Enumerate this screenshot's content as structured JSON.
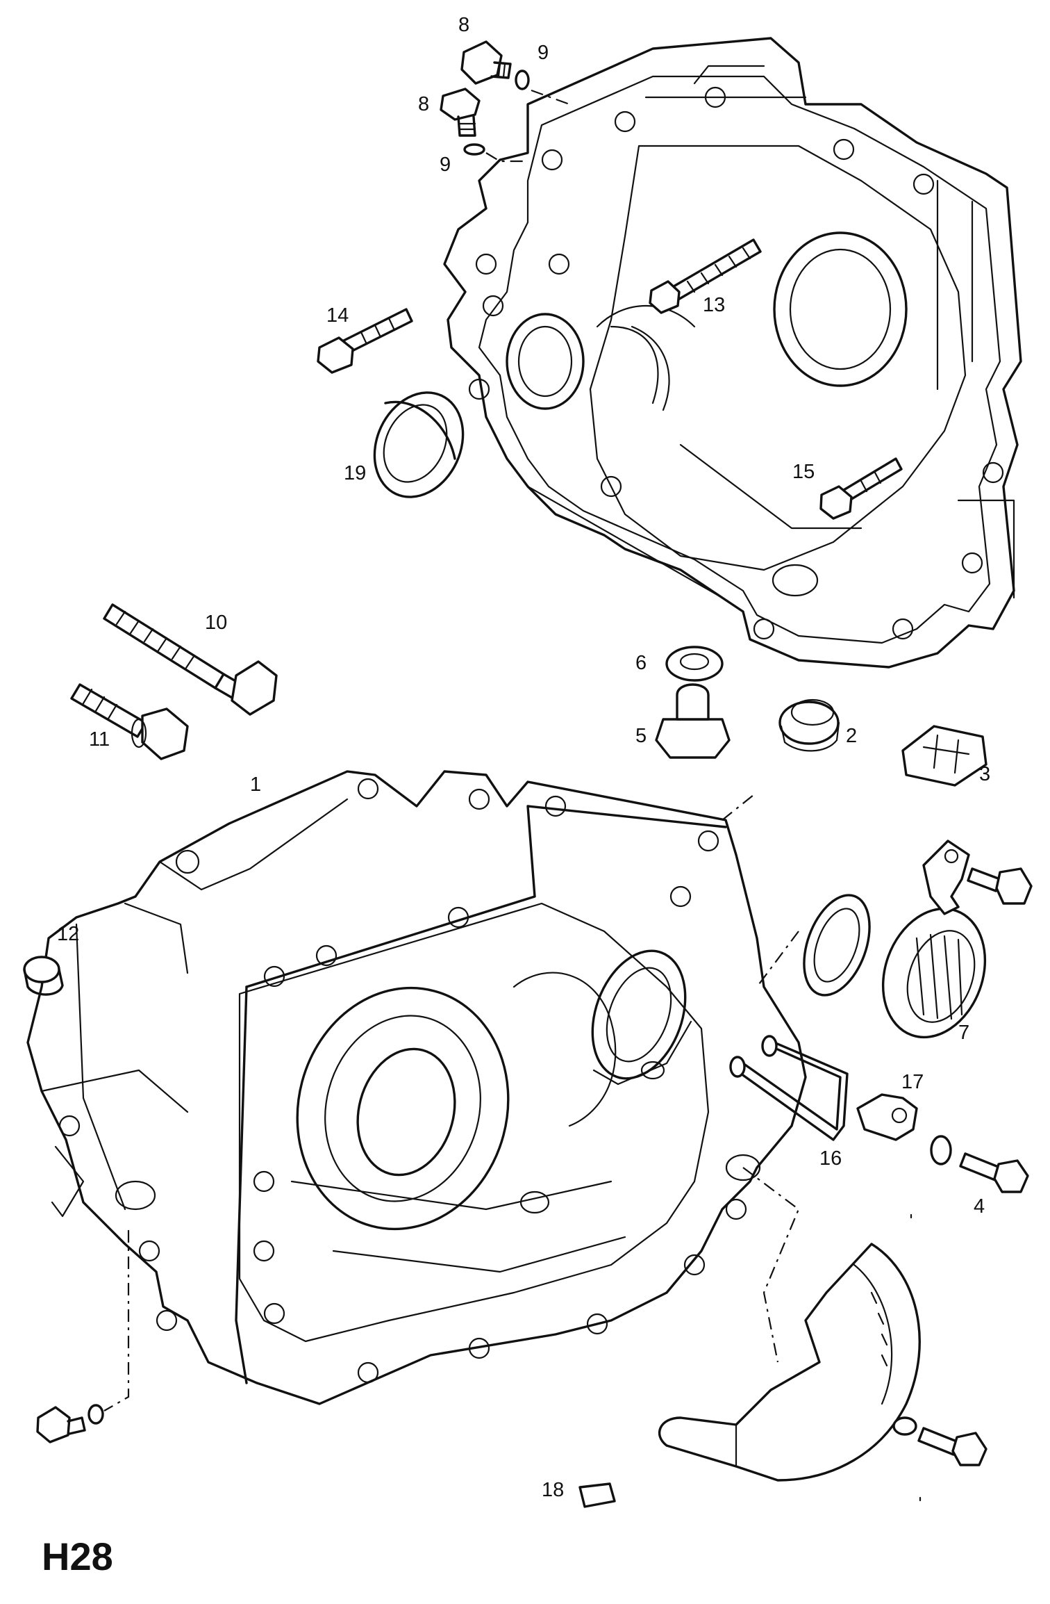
{
  "diagram": {
    "code": "H28",
    "callouts": [
      {
        "id": "c8a",
        "text": "8"
      },
      {
        "id": "c9a",
        "text": "9"
      },
      {
        "id": "c8b",
        "text": "8"
      },
      {
        "id": "c9b",
        "text": "9"
      },
      {
        "id": "c14",
        "text": "14"
      },
      {
        "id": "c13",
        "text": "13"
      },
      {
        "id": "c19",
        "text": "19"
      },
      {
        "id": "c15",
        "text": "15"
      },
      {
        "id": "c10",
        "text": "10"
      },
      {
        "id": "c6",
        "text": "6"
      },
      {
        "id": "c11",
        "text": "11"
      },
      {
        "id": "c5",
        "text": "5"
      },
      {
        "id": "c2",
        "text": "2"
      },
      {
        "id": "c3",
        "text": "3"
      },
      {
        "id": "c1",
        "text": "1"
      },
      {
        "id": "c12",
        "text": "12"
      },
      {
        "id": "c7",
        "text": "7"
      },
      {
        "id": "c17",
        "text": "17"
      },
      {
        "id": "c16",
        "text": "16"
      },
      {
        "id": "c4",
        "text": "4"
      },
      {
        "id": "c18",
        "text": "18"
      }
    ]
  }
}
